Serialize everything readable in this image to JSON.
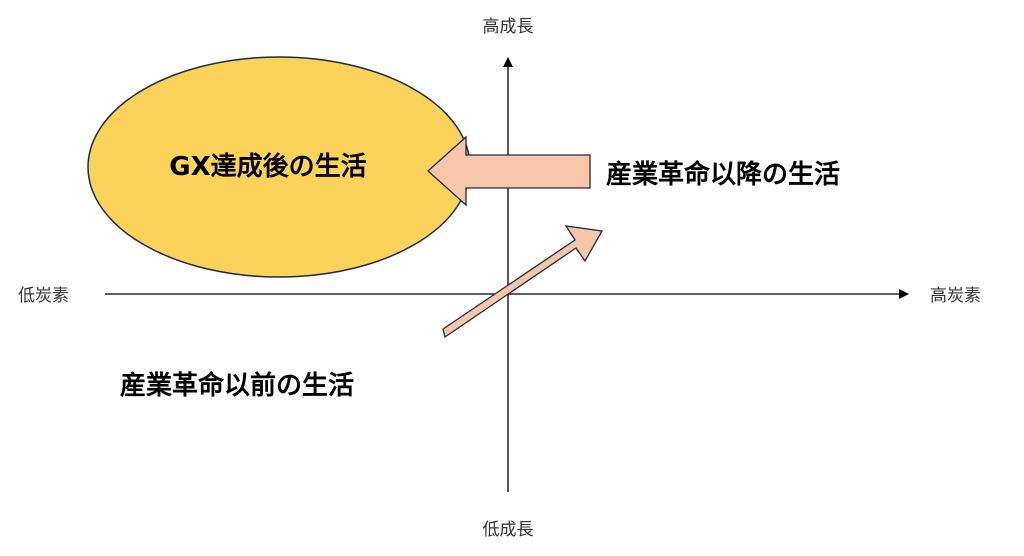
{
  "axes": {
    "top_label": "高成長",
    "bottom_label": "低成長",
    "left_label": "低炭素",
    "right_label": "高炭素"
  },
  "stages": {
    "gx_label": "GX達成後の生活",
    "industrial_after_label": "産業革命以降の生活",
    "industrial_before_label": "産業革命以前の生活"
  },
  "colors": {
    "ellipse_fill": "#FBD25A",
    "ellipse_stroke": "#1F2A44",
    "arrow_fill": "#F8C6A8",
    "arrow_stroke": "#1F2A44",
    "axis": "#000000"
  }
}
